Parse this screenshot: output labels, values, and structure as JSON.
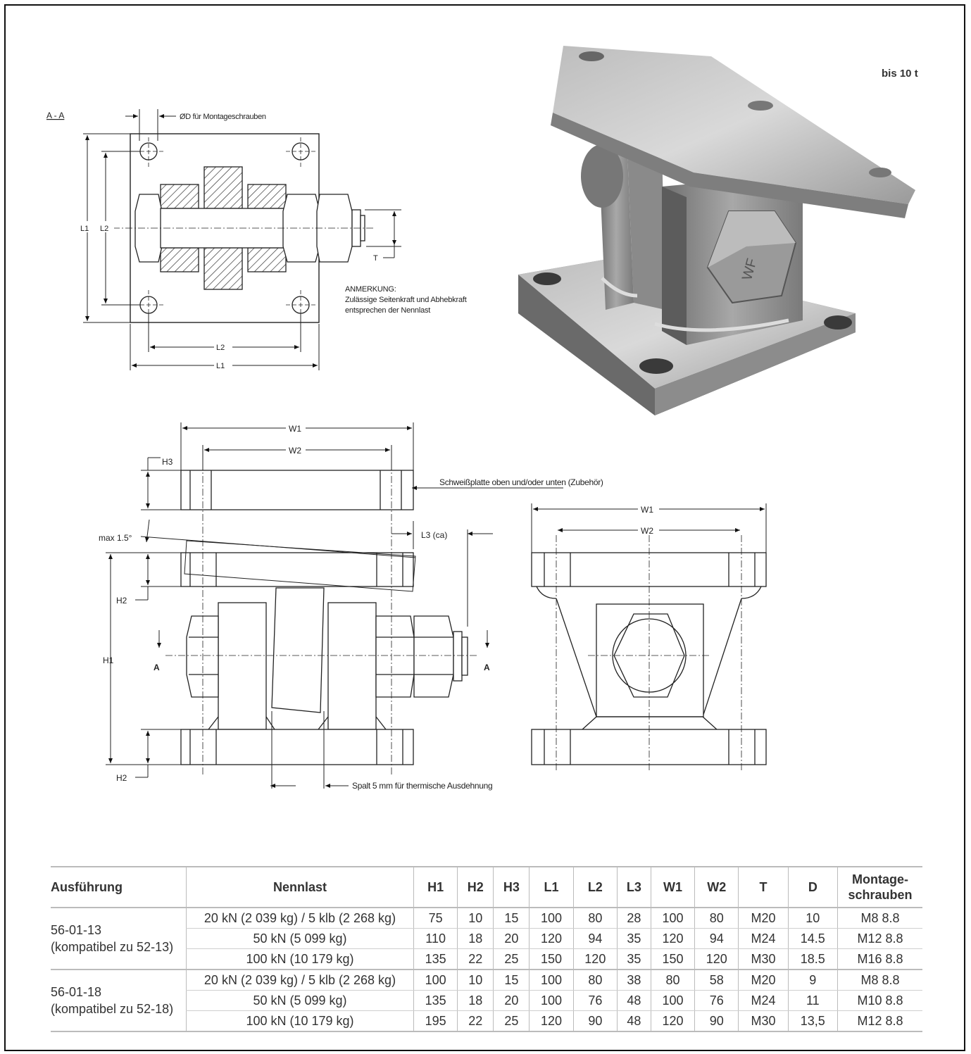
{
  "drawing": {
    "section_label": "A - A",
    "bolt_hole_label": "ØD für Montageschrauben",
    "L1": "L1",
    "L2": "L2",
    "T": "T",
    "W1": "W1",
    "W2": "W2",
    "H1": "H1",
    "H2": "H2",
    "H3": "H3",
    "L3": "L3 (ca)",
    "A": "A",
    "max_tilt": "max 1.5°",
    "weld_plate": "Schweißplatte oben und/oder unten (Zubehör)",
    "gap_note": "Spalt 5 mm für thermische Ausdehnung"
  },
  "note": {
    "title": "ANMERKUNG:",
    "line1": "Zulässige Seitenkraft und Abhebkraft",
    "line2": "entsprechen der Nennlast"
  },
  "photo": {
    "badge": "bis 10 t",
    "bolt_marking": "WF"
  },
  "table": {
    "headers": [
      "Ausführung",
      "Nennlast",
      "H1",
      "H2",
      "H3",
      "L1",
      "L2",
      "L3",
      "W1",
      "W2",
      "T",
      "D",
      "Montage-\nschrauben"
    ],
    "groups": [
      {
        "variant": "56-01-13",
        "compat": "(kompatibel zu 52-13)",
        "rows": [
          [
            "20 kN (2 039 kg) / 5 klb (2 268 kg)",
            "75",
            "10",
            "15",
            "100",
            "80",
            "28",
            "100",
            "80",
            "M20",
            "10",
            "M8 8.8"
          ],
          [
            "50 kN (5 099 kg)",
            "110",
            "18",
            "20",
            "120",
            "94",
            "35",
            "120",
            "94",
            "M24",
            "14.5",
            "M12 8.8"
          ],
          [
            "100 kN (10 179 kg)",
            "135",
            "22",
            "25",
            "150",
            "120",
            "35",
            "150",
            "120",
            "M30",
            "18.5",
            "M16 8.8"
          ]
        ]
      },
      {
        "variant": "56-01-18",
        "compat": "(kompatibel zu 52-18)",
        "rows": [
          [
            "20 kN (2 039 kg) / 5 klb (2 268 kg)",
            "100",
            "10",
            "15",
            "100",
            "80",
            "38",
            "80",
            "58",
            "M20",
            "9",
            "M8 8.8"
          ],
          [
            "50 kN (5 099 kg)",
            "135",
            "18",
            "20",
            "100",
            "76",
            "48",
            "100",
            "76",
            "M24",
            "11",
            "M10 8.8"
          ],
          [
            "100 kN (10 179 kg)",
            "195",
            "22",
            "25",
            "120",
            "90",
            "48",
            "120",
            "90",
            "M30",
            "13,5",
            "M12 8.8"
          ]
        ]
      }
    ]
  }
}
